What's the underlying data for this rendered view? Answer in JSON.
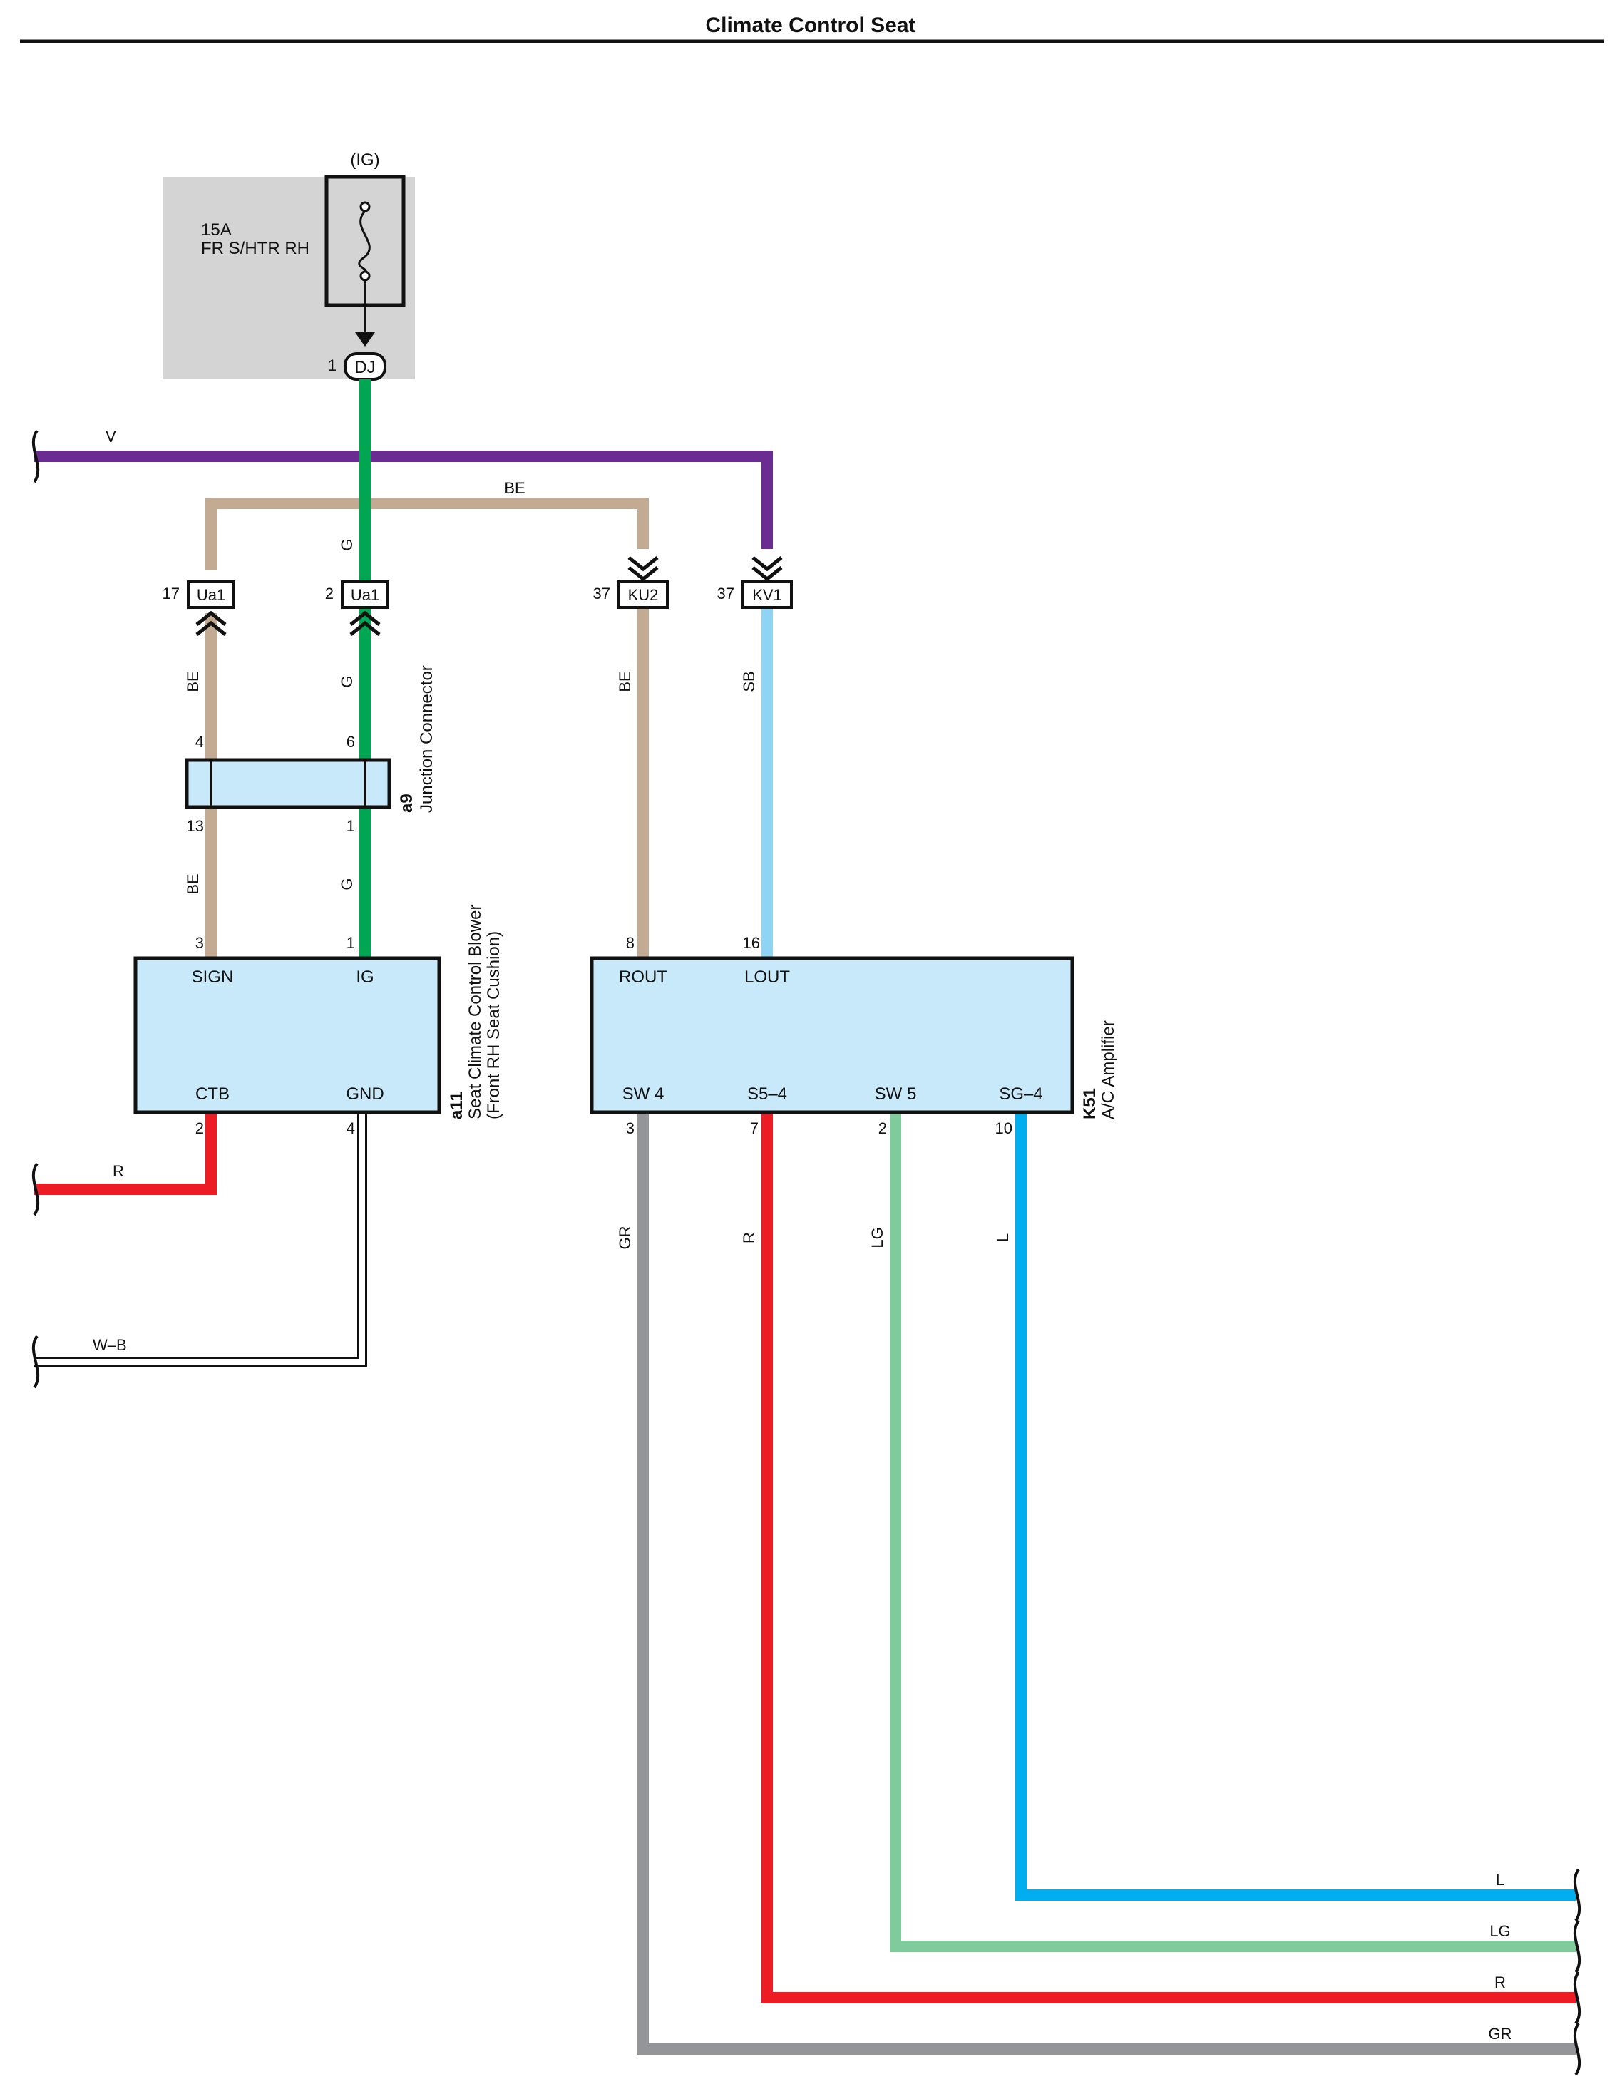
{
  "title": "Climate Control Seat",
  "fuse": {
    "supply": "(IG)",
    "rating": "15A",
    "name": "FR S/HTR RH",
    "out_connector": {
      "pin": "1",
      "id": "DJ"
    }
  },
  "connectors": {
    "ua1_sig": {
      "pin": "17",
      "id": "Ua1"
    },
    "ua1_ig": {
      "pin": "2",
      "id": "Ua1"
    },
    "ku2": {
      "pin": "37",
      "id": "KU2"
    },
    "kv1": {
      "pin": "37",
      "id": "KV1"
    }
  },
  "junction": {
    "code": "a9",
    "name": "Junction Connector",
    "pins": {
      "top_left": "4",
      "top_right": "6",
      "bottom_left": "13",
      "bottom_right": "1"
    }
  },
  "blower": {
    "code": "a11",
    "name_line1": "Seat Climate Control Blower",
    "name_line2": "(Front RH Seat Cushion)",
    "terminals": {
      "sign": "SIGN",
      "ig": "IG",
      "ctb": "CTB",
      "gnd": "GND"
    },
    "pins": {
      "sign": "3",
      "ig": "1",
      "ctb": "2",
      "gnd": "4"
    }
  },
  "amplifier": {
    "code": "K51",
    "name": "A/C Amplifier",
    "terminals": {
      "rout": "ROUT",
      "lout": "LOUT",
      "sw4": "SW 4",
      "s54": "S5–4",
      "sw5": "SW 5",
      "sg4": "SG–4"
    },
    "pins": {
      "rout": "8",
      "lout": "16",
      "sw4": "3",
      "s54": "7",
      "sw5": "2",
      "sg4": "10"
    }
  },
  "wires": {
    "v": "V",
    "be_top": "BE",
    "g_top": "G",
    "be_mid": "BE",
    "g_mid": "G",
    "be_low": "BE",
    "g_low": "G",
    "be_ku2": "BE",
    "sb": "SB",
    "r_ctb": "R",
    "wb": "W–B",
    "gr": "GR",
    "r": "R",
    "lg": "LG",
    "l": "L",
    "out_l": "L",
    "out_lg": "LG",
    "out_r": "R",
    "out_gr": "GR"
  },
  "colors": {
    "green": "#00a651",
    "violet": "#6a2c91",
    "beige": "#c2ab92",
    "sky": "#8fd3f5",
    "red": "#ed1c24",
    "gray": "#939598",
    "light_green": "#7fcb9c",
    "blue": "#00aeef",
    "box_fill": "#c8e9f9",
    "fuse_bg": "#d4d4d4"
  }
}
